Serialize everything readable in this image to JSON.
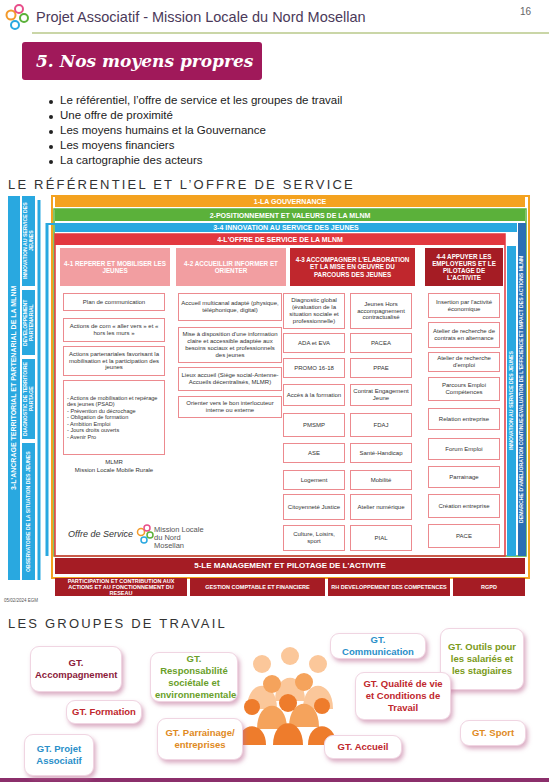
{
  "diagram": {
    "title": "Projet Associatif - Mission Locale du Nord Mosellan",
    "nodes": [
      {
        "text": [
          "5. Nos moyens propres"
        ]
      },
      {
        "text": [
          "1-LA GOUVERNANCE"
        ]
      },
      {
        "text": [
          "2-POSITIONNEMENT ET VALEURS DE LA MLNM"
        ]
      },
      {
        "text": [
          "3-4 INNOVATION AU SERVICE DES JEUNES"
        ]
      },
      {
        "text": [
          "4-L'OFFRE DE SERVICE DE LA MLNM"
        ]
      },
      {
        "text": [
          "3-L'ANCRAGE TERRITORIAL ET PARTENARIAL DE LA MLNM"
        ]
      },
      {
        "text": [
          "INNOVATION AU SERVICE DES JEUNES"
        ]
      },
      {
        "text": [
          "DEVELOPPEMENT PARTENARIAL"
        ]
      },
      {
        "text": [
          "DIAGNOSTIC DE TERRITOIRE PARTAGE"
        ]
      },
      {
        "text": [
          "OBSERVATOIRE DE LA SITUATION DES JEUNES"
        ]
      },
      {
        "text": [
          "INNOVATION AU SERVICE DES JEUNES"
        ]
      },
      {
        "text": [
          "DEMARCHE D'AMELIORATION CONTINUE-EVALUATION DE L'EFFICIENCE ET IMPACT DES ACTIONS MLNM"
        ]
      },
      {
        "text": [
          "4-1 REPERER ET MOBILISER LES JEUNES"
        ]
      },
      {
        "text": [
          "4-2 ACCUEILLIR INFORMER ET ORIENTER"
        ]
      },
      {
        "text": [
          "4-3 ACCOMPAGNER L'ELABORATION ET LA MISE EN OEUVRE DU PARCOURS DES JEUNES"
        ]
      },
      {
        "text": [
          "4-4 APPUYER LES EMPLOYEURS ET LE PILOTAGE DE L'ACTIVITE"
        ]
      },
      {
        "text": [
          "Plan de communication"
        ]
      },
      {
        "text": [
          "Actions de com « aller vers » et « hors les murs »"
        ]
      },
      {
        "text": [
          "Actions partenariales favorisant la mobilisation et la participation des jeunes"
        ]
      },
      {
        "text": [
          "- Actions de mobilisation et repérage des jeunes (PSAD)",
          "- Prévention du décrochage",
          "- Obligation de formation",
          "- Ambition Emploi",
          "- Jours droits ouverts",
          "- Avenir Pro"
        ]
      },
      {
        "text": [
          "Accueil multicanal adapté (physique, téléphonique, digital)"
        ]
      },
      {
        "text": [
          "Mise à disposition d'une information claire et accessible adaptée aux besoins sociaux et professionnels des jeunes"
        ]
      },
      {
        "text": [
          "Lieux accueil (Siège social-Antenne-Accueils décentralisés, MLMR)"
        ]
      },
      {
        "text": [
          "Orienter vers le bon interlocuteur interne ou externe"
        ]
      },
      {
        "text": [
          "Diagnostic global (évaluation de la situation sociale et professionnelle)"
        ]
      },
      {
        "text": [
          "Jeunes Hors accompagnement contractualisé"
        ]
      },
      {
        "text": [
          "ADA et EVA"
        ]
      },
      {
        "text": [
          "PACEA"
        ]
      },
      {
        "text": [
          "PROMO 16-18"
        ]
      },
      {
        "text": [
          "PPAE"
        ]
      },
      {
        "text": [
          "Accès à la formation"
        ]
      },
      {
        "text": [
          "Contrat Engagement Jeune"
        ]
      },
      {
        "text": [
          "PMSMP"
        ]
      },
      {
        "text": [
          "FDAJ"
        ]
      },
      {
        "text": [
          "ASE"
        ]
      },
      {
        "text": [
          "Santé-Handicap"
        ]
      },
      {
        "text": [
          "Logement"
        ]
      },
      {
        "text": [
          "Mobilité"
        ]
      },
      {
        "text": [
          "Citoyenneté Justice"
        ]
      },
      {
        "text": [
          "Atelier numérique"
        ]
      },
      {
        "text": [
          "Culture, Loisirs, sport"
        ]
      },
      {
        "text": [
          "PIAL"
        ]
      },
      {
        "text": [
          "Insertion par l'activité économique"
        ]
      },
      {
        "text": [
          "Atelier de recherche de contrats en alternance"
        ]
      },
      {
        "text": [
          "Atelier de recherche d'emploi"
        ]
      },
      {
        "text": [
          "Parcours Emploi Compétences"
        ]
      },
      {
        "text": [
          "Relation entreprise"
        ]
      },
      {
        "text": [
          "Forum Emploi"
        ]
      },
      {
        "text": [
          "Parrainage"
        ]
      },
      {
        "text": [
          "Création entreprise"
        ]
      },
      {
        "text": [
          "PACE"
        ]
      },
      {
        "text": [
          "5-LE MANAGEMENT ET PILOTAGE DE L'ACTIVITE"
        ]
      },
      {
        "text": [
          "PARTICIPATION ET CONTRIBUTION AUX ACTIONS ET AU FONCTIONNEMENT DU RESEAU"
        ]
      },
      {
        "text": [
          "GESTION COMPTABLE ET FINANCIERE"
        ]
      },
      {
        "text": [
          "RH DEVELOPPEMENT DES COMPETENCES"
        ]
      },
      {
        "text": [
          "RGPD"
        ]
      },
      {
        "text": [
          "GT. Accompagnement"
        ]
      },
      {
        "text": [
          "GT. Responsabilité sociétale et environnementale"
        ]
      },
      {
        "text": [
          "GT. Communication"
        ]
      },
      {
        "text": [
          "GT. Outils pour les salariés et les stagiaires"
        ]
      },
      {
        "text": [
          "GT. Formation"
        ]
      },
      {
        "text": [
          "GT. Qualité de vie et Conditions de Travail"
        ]
      },
      {
        "text": [
          "GT. Parrainage/ entreprises"
        ]
      },
      {
        "text": [
          "GT. Sport"
        ]
      },
      {
        "text": [
          "GT. Projet Associatif"
        ]
      },
      {
        "text": [
          "GT. Accueil"
        ]
      }
    ],
    "labels": [
      "16",
      "Le référentiel, l’offre de service et les groupes de travail",
      "Une offre de proximité",
      "Les moyens humains et la Gouvernance",
      "Les moyens financiers",
      "La cartographie des acteurs",
      "LE RÉFÉRENTIEL ET L’OFFRE DE SERVICE",
      "MLMR",
      "Mission Locale Mobile Rurale",
      "Offre de Service",
      "Mission Locale du Nord Mosellan",
      "05/02/2024 EGM",
      "LES GROUPES DE TRAVAIL"
    ]
  }
}
